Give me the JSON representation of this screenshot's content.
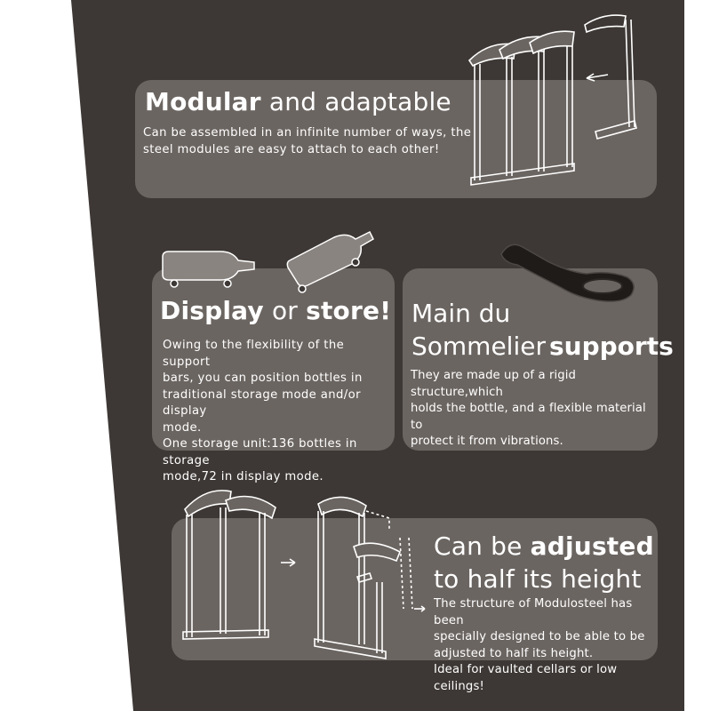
{
  "colors": {
    "background": "#3d3835",
    "panel": "#6b6561",
    "text": "#ffffff",
    "artwork": "#ffffff"
  },
  "sections": {
    "modular": {
      "title_bold": "Modular",
      "title_rest": "and adaptable",
      "lines": [
        "Can be assembled in an infinite number of ways, the",
        "steel modules are easy to attach to each other!"
      ]
    },
    "display": {
      "title_bold_1": "Display",
      "title_mid": "or",
      "title_bold_2": "store!",
      "lines": [
        "Owing to the flexibility of the support",
        "bars, you can position bottles in",
        "traditional storage mode and/or display",
        "mode.",
        "One storage unit:136 bottles in storage",
        "mode,72 in display mode."
      ]
    },
    "sommelier": {
      "title_line1": "Main du",
      "title_line2_reg": "Sommelier",
      "title_line2_bold": "supports",
      "lines": [
        "They are made up of a rigid structure,which",
        "holds the bottle, and a flexible material to",
        "protect it from vibrations."
      ]
    },
    "adjusted": {
      "title_reg_1": "Can be",
      "title_bold": "adjusted",
      "title_line2": "to half its height",
      "lines": [
        "The structure of Modulosteel has been",
        "specially designed to be able to be",
        "adjusted to half its height.",
        "Ideal for vaulted cellars or low ceilings!"
      ]
    }
  },
  "illustrations": {
    "rack_modules": "modular-rack-illustration",
    "bottles": "bottle-illustration",
    "holder": "sommelier-holder-illustration",
    "half_height": "half-height-rack-illustration"
  }
}
